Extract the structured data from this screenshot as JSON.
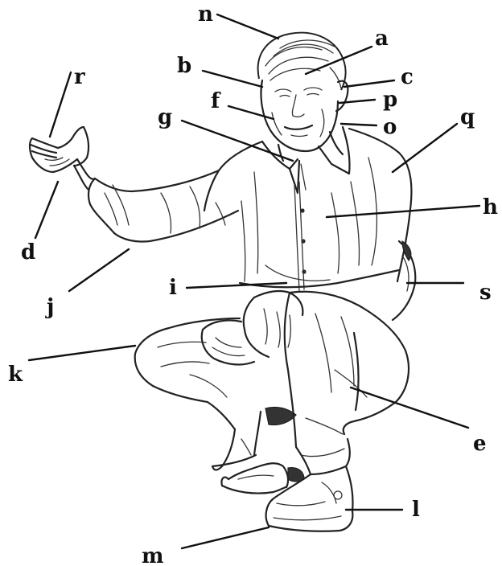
{
  "figure": {
    "description_icon": "crouching-man-line-drawing-icon",
    "labels": {
      "a": "a",
      "b": "b",
      "c": "c",
      "d": "d",
      "e": "e",
      "f": "f",
      "g": "g",
      "h": "h",
      "i": "i",
      "j": "j",
      "k": "k",
      "l": "l",
      "m": "m",
      "n": "n",
      "o": "o",
      "p": "p",
      "q": "q",
      "r": "r",
      "s": "s"
    },
    "colors": {
      "ink": "#222222",
      "background": "#ffffff"
    }
  }
}
